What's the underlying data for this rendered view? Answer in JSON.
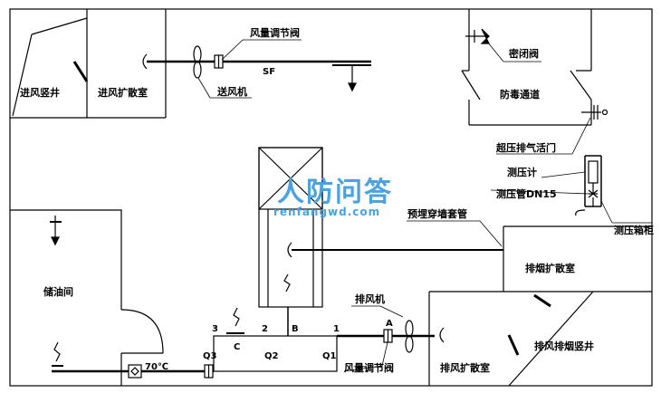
{
  "rooms": {
    "intake_shaft": "进风竖井",
    "intake_diffusion": "进风扩散室",
    "gas_tight_passage": "防毒通道",
    "oil_storage": "储油间",
    "smoke_diffusion": "排烟扩散室",
    "exhaust_diffusion": "排风扩散室",
    "exhaust_smoke_shaft": "排风排烟竖井"
  },
  "components": {
    "damper_top": "风量调节阀",
    "sf": "SF",
    "supply_fan": "送风机",
    "airtight_valve": "密闭阀",
    "overpressure_valve": "超压排气活门",
    "pressure_gauge": "测压计",
    "pressure_pipe": "测压管DN15",
    "pressure_cabinet": "测压箱柜",
    "embedded_sleeve": "预埋穿墙套管",
    "exhaust_fan": "排风机",
    "damper_bottom": "风量调节阀",
    "fire_damper_temp": "70℃"
  },
  "points": {
    "p1": "1",
    "p2": "2",
    "p3": "3",
    "a": "A",
    "b": "B",
    "c": "C",
    "q1": "Q1",
    "q2": "Q2",
    "q3": "Q3"
  },
  "watermark": {
    "main": "人防问答",
    "sub": "renfangwd.com"
  }
}
